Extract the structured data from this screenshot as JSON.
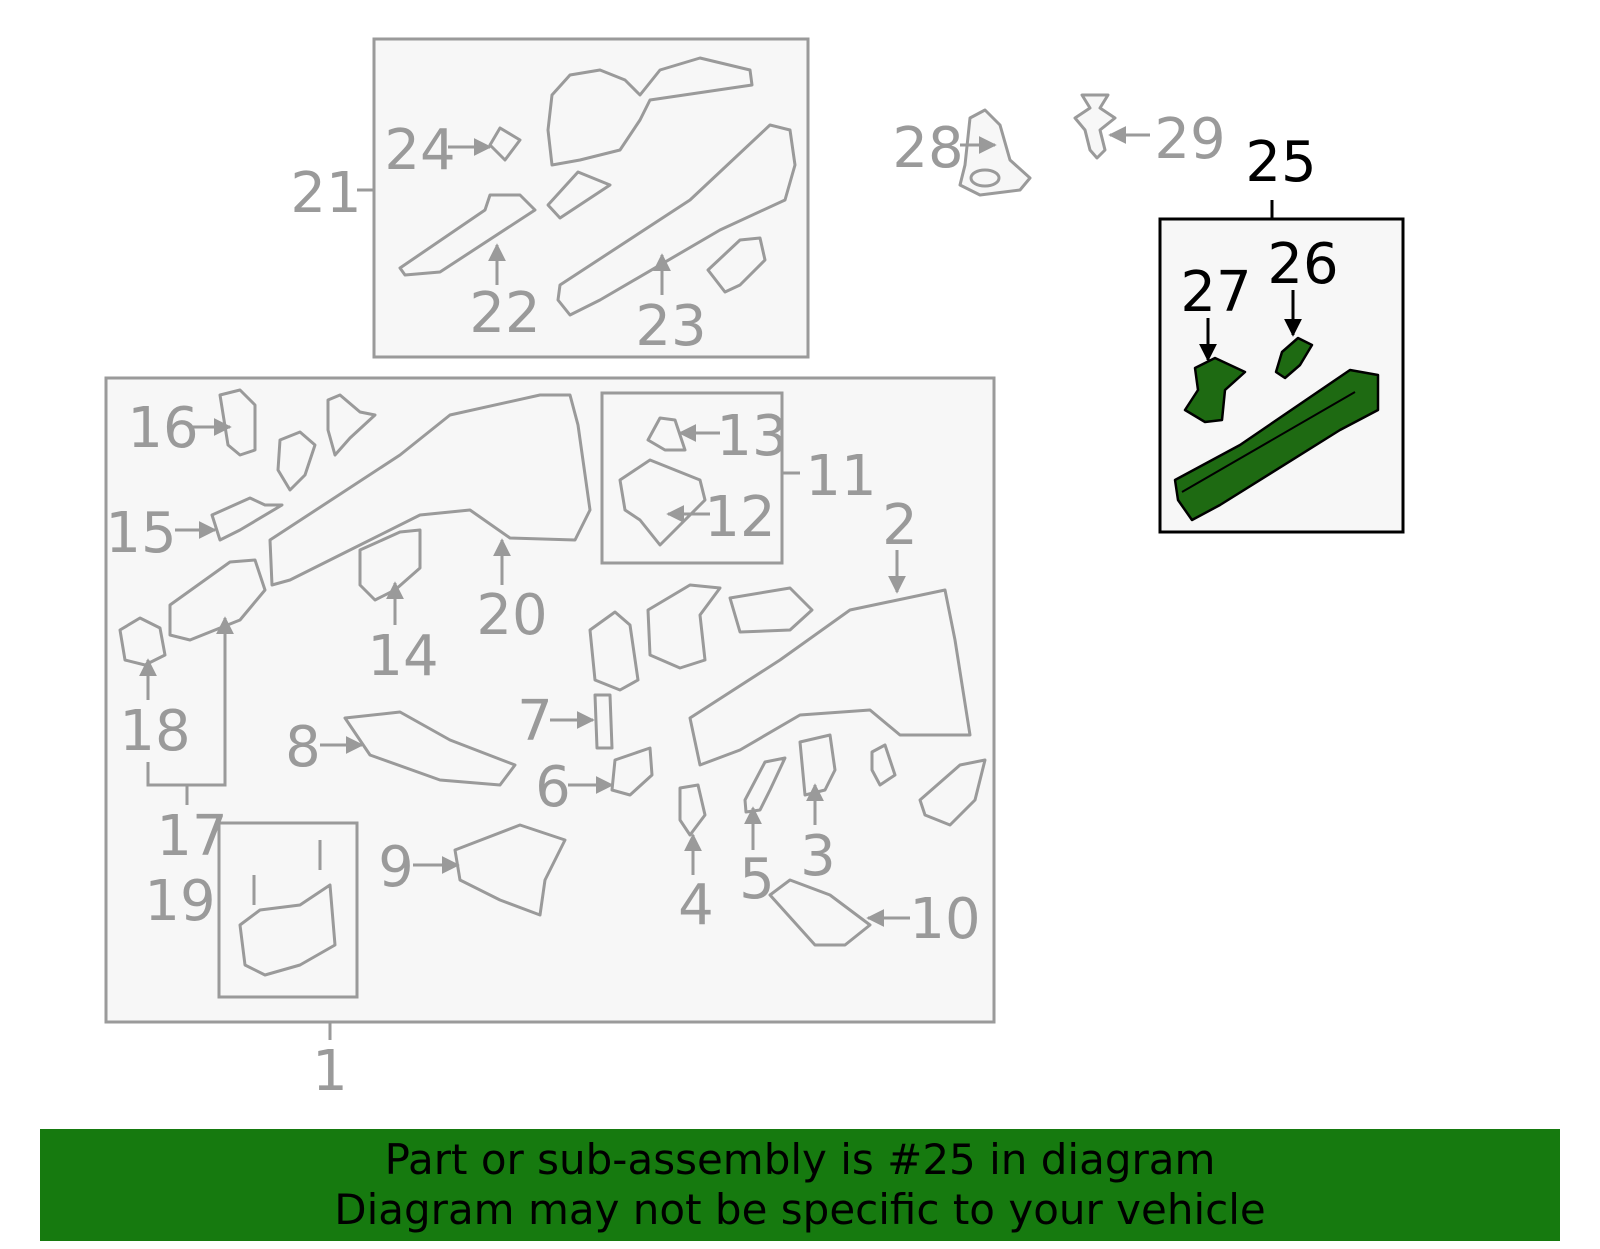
{
  "labels": {
    "l1": "1",
    "l2": "2",
    "l3": "3",
    "l4": "4",
    "l5": "5",
    "l6": "6",
    "l7": "7",
    "l8": "8",
    "l9": "9",
    "l10": "10",
    "l11": "11",
    "l12": "12",
    "l13": "13",
    "l14": "14",
    "l15": "15",
    "l16": "16",
    "l17": "17",
    "l18": "18",
    "l19": "19",
    "l20": "20",
    "l21": "21",
    "l22": "22",
    "l23": "23",
    "l24": "24",
    "l25": "25",
    "l26": "26",
    "l27": "27",
    "l28": "28",
    "l29": "29"
  },
  "highlight_color": "#1e6a12",
  "banner": {
    "color": "#167a0f",
    "line1": "Part or sub-assembly is #25 in diagram",
    "line2": "Diagram may not be specific to your vehicle"
  }
}
